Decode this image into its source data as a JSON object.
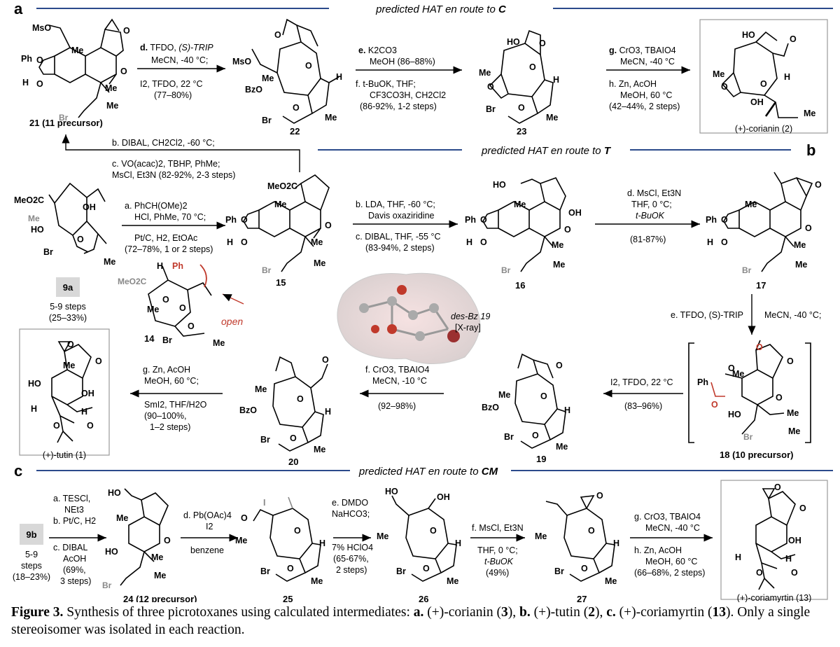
{
  "panels": {
    "a": {
      "label": "a",
      "banner": [
        "predicted HAT ",
        "en route",
        " to ",
        "C"
      ],
      "steps": [
        {
          "l1": [
            "d.",
            " TFDO, ",
            "(S)-TRIP"
          ],
          "l2": "MeCN, -40 °C;",
          "l3": "I2, TFDO, 22 °C",
          "l4": "(77–80%)"
        },
        {
          "l1": [
            "e.",
            " K2CO3"
          ],
          "l2": "MeOH (86–88%)",
          "l3": "f. t-BuOK, THF;",
          "l4": "CF3CO3H, CH2Cl2",
          "l5": "(86-92%, 1-2 steps)"
        },
        {
          "l1": [
            "g.",
            " CrO3, TBAIO4"
          ],
          "l2": "MeCN, -40 °C",
          "l3": "h. Zn, AcOH",
          "l4": "MeOH, 60 °C",
          "l5": "(42–44%, 2 steps)"
        }
      ],
      "up_step": {
        "l1": "b. DIBAL, CH2Cl2, -60 °C;",
        "l2": "c. VO(acac)2, TBHP, PhMe;",
        "l3": "MsCl, Et3N (82-92%, 2-3 steps)"
      },
      "compounds": [
        "21 (11 precursor)",
        "22",
        "23"
      ],
      "product": "(+)-corianin (2)"
    },
    "b": {
      "label": "b",
      "banner": [
        "predicted HAT ",
        "en route",
        " to ",
        "T"
      ],
      "steps": [
        {
          "l1": "a. PhCH(OMe)2",
          "l2": "HCl, PhMe, 70 °C;",
          "l3": "Pt/C, H2, EtOAc",
          "l4": "(72–78%, 1 or 2 steps)"
        },
        {
          "l1": "b. LDA, THF, -60 °C;",
          "l2": "Davis oxaziridine",
          "l3": "c. DIBAL, THF, -55 °C",
          "l4": "(83-94%, 2 steps)"
        },
        {
          "l1": "d. MsCl, Et3N",
          "l2": "THF, 0 °C;",
          "l3": "t-BuOK",
          "l4": "(81-87%)"
        },
        {
          "l1": "e. TFDO, (S)-TRIP",
          "l2": "MeCN, -40 °C;"
        },
        {
          "l1": "I2, TFDO, 22 °C",
          "l2": "(83–96%)"
        },
        {
          "l1": "f. CrO3, TBAIO4",
          "l2": "MeCN, -10 °C",
          "l3": "(92–98%)"
        },
        {
          "l1": "g. Zn, AcOH",
          "l2": "MeOH, 60 °C;",
          "l3": "SmI2, THF/H2O",
          "l4": "(90–100%,",
          "l5": "1–2 steps)"
        }
      ],
      "start_box": {
        "label": "9a",
        "l1": "5-9 steps",
        "l2": "(25–33%)"
      },
      "compounds": [
        "14",
        "15",
        "16",
        "17",
        "18 (10 precursor)",
        "19",
        "20"
      ],
      "xray": [
        "des-Bz 19",
        "[X-ray]"
      ],
      "annotation": "open",
      "product": "(+)-tutin (1)"
    },
    "c": {
      "label": "c",
      "banner": [
        "predicted HAT ",
        "en route",
        " to ",
        "CM"
      ],
      "start_box": {
        "label": "9b",
        "l1": "5-9",
        "l2": "steps",
        "l3": "(18–23%)"
      },
      "steps": [
        {
          "l1": "a. TESCl,",
          "l2": "NEt3",
          "l3": "b. Pt/C, H2",
          "l4": "c. DIBAL",
          "l5": "AcOH",
          "l6": "(69%,",
          "l7": "3 steps)"
        },
        {
          "l1": "d. Pb(OAc)4",
          "l2": "I2",
          "l3": "benzene"
        },
        {
          "l1": "e. DMDO",
          "l2": "NaHCO3;",
          "l3": "7% HClO4",
          "l4": "(65-67%,",
          "l5": "2 steps)"
        },
        {
          "l1": "f. MsCl, Et3N",
          "l2": "THF, 0 °C;",
          "l3": "t-BuOK",
          "l4": "(49%)"
        },
        {
          "l1": "g. CrO3, TBAIO4",
          "l2": "MeCN, -40 °C",
          "l3": "h. Zn, AcOH",
          "l4": "MeOH, 60 °C",
          "l5": "(66–68%, 2 steps)"
        }
      ],
      "compounds": [
        "24 (12 precursor)",
        "25",
        "26",
        "27"
      ],
      "product": "(+)-coriamyrtin (13)"
    }
  },
  "atoms": {
    "ph": "Ph",
    "h": "H",
    "o": "O",
    "me": "Me",
    "br": "Br",
    "ho": "HO",
    "oh": "OH",
    "mso": "MsO",
    "bzo": "BzO",
    "meo2c": "MeO2C",
    "i": "I"
  },
  "caption": {
    "lead": "Figure 3.",
    "text": " Synthesis of three picrotoxanes using calculated intermediates: ",
    "a": "a.",
    "a_t": " (+)-corianin (",
    "a_n": "3",
    "a_e": "), ",
    "b": "b.",
    "b_t": " (+)-tutin (",
    "b_n": "2",
    "b_e": "), ",
    "c": "c.",
    "c_t": " (+)-coriamyrtin (",
    "c_n": "13",
    "c_e": "). Only a single stereoisomer was isolated in each reaction."
  },
  "colors": {
    "banner_line": "#2b4a8b",
    "accent_red": "#c0392b",
    "box_gray": "#999999",
    "gray_atom": "#888888"
  }
}
